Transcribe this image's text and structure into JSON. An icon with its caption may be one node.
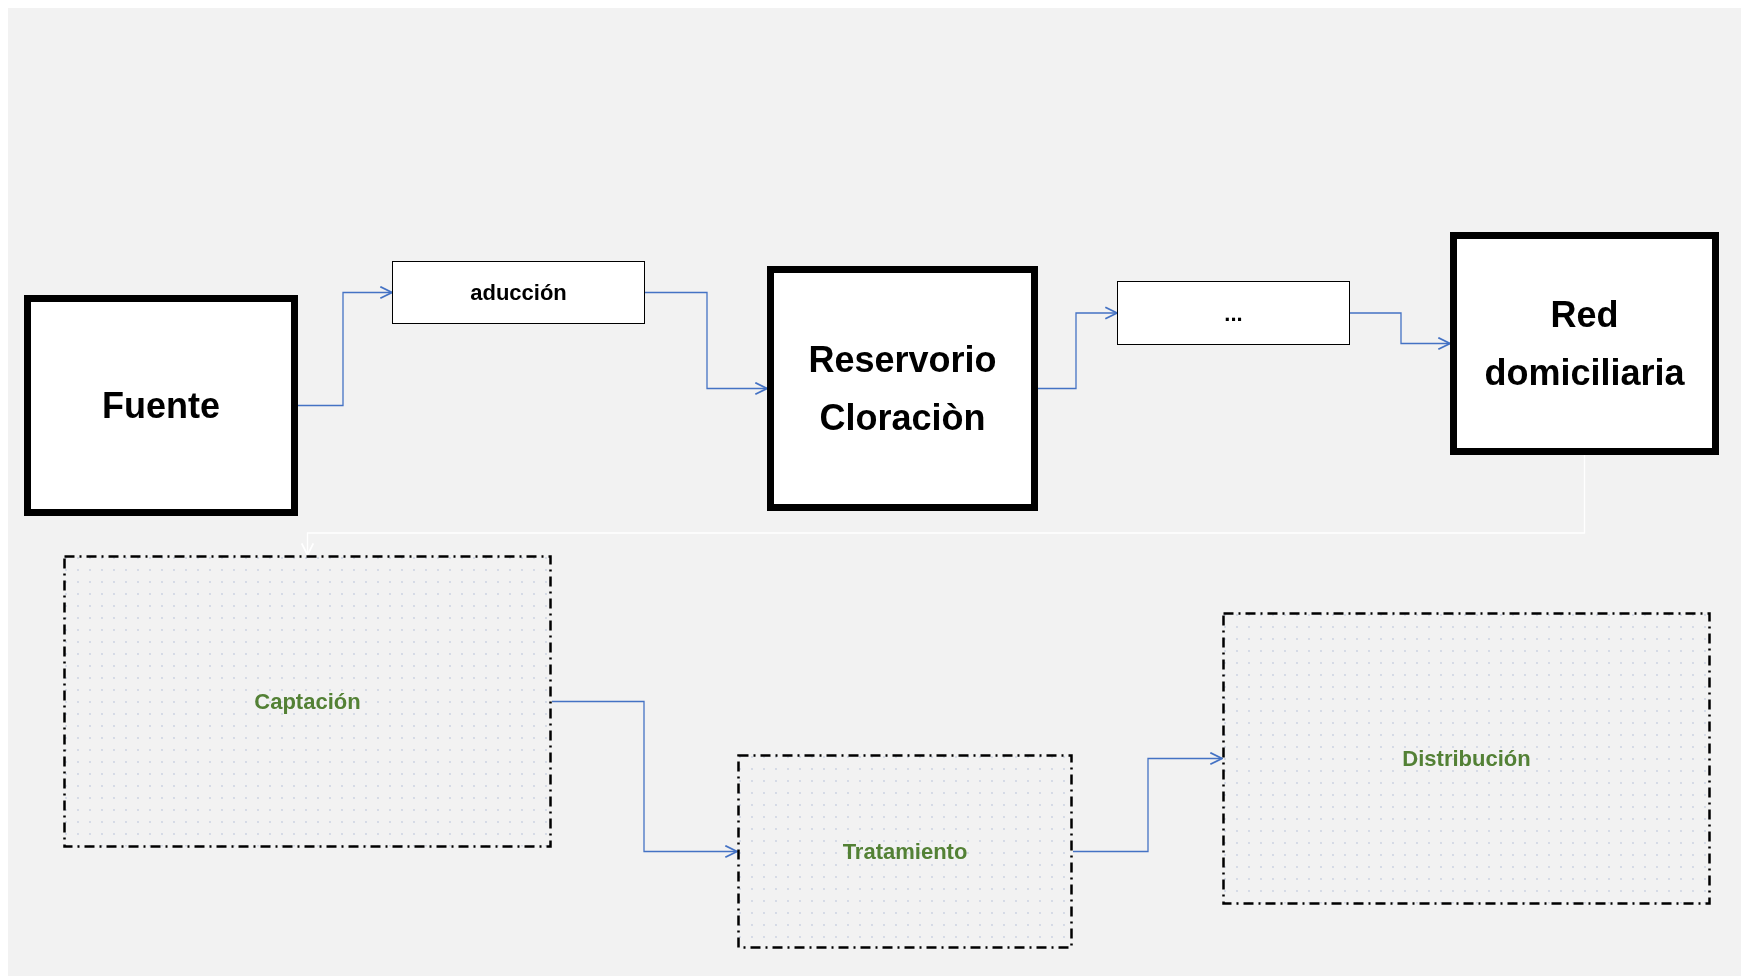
{
  "diagram": {
    "nodes": [
      {
        "text": [
          "Fuente"
        ]
      },
      {
        "text": [
          "aducción"
        ]
      },
      {
        "text": [
          "Reservorio Cloraciòn"
        ]
      },
      {
        "text": [
          "..."
        ]
      },
      {
        "text": [
          "Red domiciliaria"
        ]
      },
      {
        "text": [
          "Captación"
        ]
      },
      {
        "text": [
          "Tratamiento"
        ]
      },
      {
        "text": [
          "Distribución"
        ]
      }
    ],
    "edges": [
      {
        "from": 0,
        "to": 1,
        "arrow": "to"
      },
      {
        "from": 1,
        "to": 2,
        "arrow": "to"
      },
      {
        "from": 2,
        "to": 3,
        "arrow": "to"
      },
      {
        "from": 3,
        "to": 4,
        "arrow": "to"
      },
      {
        "from": 5,
        "to": 6,
        "arrow": "to"
      },
      {
        "from": 6,
        "to": 7,
        "arrow": "to"
      },
      {
        "from": 4,
        "to": 5,
        "arrow": "to",
        "color": "#ffffff"
      }
    ]
  }
}
